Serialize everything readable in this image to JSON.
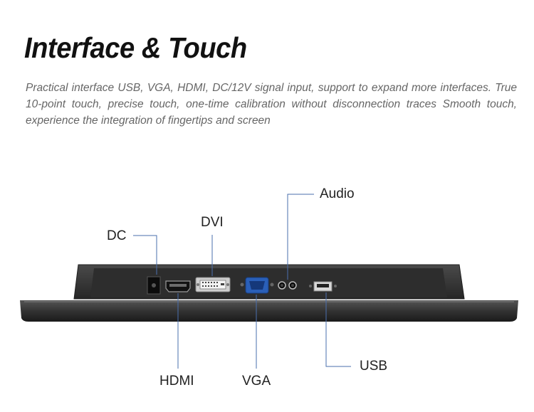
{
  "title": "Interface & Touch",
  "description": "Practical interface USB, VGA, HDMI, DC/12V signal input, support to expand more interfaces. True 10-point touch, precise touch, one-time calibration without disconnection traces Smooth touch, experience the integration of fingertips and screen",
  "ports": {
    "dc": "DC",
    "dvi": "DVI",
    "audio": "Audio",
    "hdmi": "HDMI",
    "vga": "VGA",
    "usb": "USB"
  },
  "colors": {
    "port_vga": "#2a5fb8",
    "callout_line": "#4a6fae",
    "panel": "#2b2b2b"
  }
}
